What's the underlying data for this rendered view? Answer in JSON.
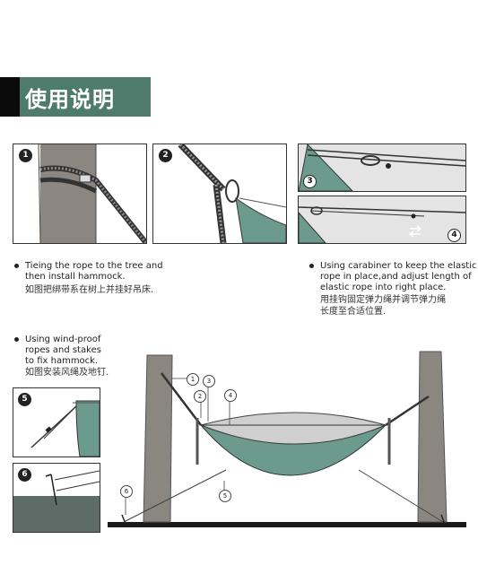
{
  "banner": {
    "title": "使用说明"
  },
  "steps": {
    "s1": "1",
    "s2": "2",
    "s3": "3",
    "s4": "4",
    "s5": "5",
    "s6": "6"
  },
  "captions": {
    "c1_en_line1": "Tieing the rope to the tree and",
    "c1_en_line2": "then install hammock.",
    "c1_cn": "如图把绑带系在树上并挂好吊床.",
    "c2_en_line1": "Using carabiner to keep the elastic",
    "c2_en_line2": "rope in place,and adjust length of",
    "c2_en_line3": "elastic rope into right place.",
    "c2_cn_line1": "用挂钩固定弹力绳并调节弹力绳",
    "c2_cn_line2": "长度至合适位置.",
    "c3_en_line1": "Using wind-proof",
    "c3_en_line2": "ropes and stakes",
    "c3_en_line3": "to fix hammock.",
    "c3_cn": "如图安装风绳及地钉."
  },
  "diagram_labels": {
    "l1": "1",
    "l2": "2",
    "l3": "3",
    "l4": "4",
    "l5": "5",
    "l6": "6"
  },
  "colors": {
    "green": "#4f7b6c",
    "hammock": "#6c9a8c",
    "net": "#c8c8c8",
    "tree": "#8b8680"
  }
}
